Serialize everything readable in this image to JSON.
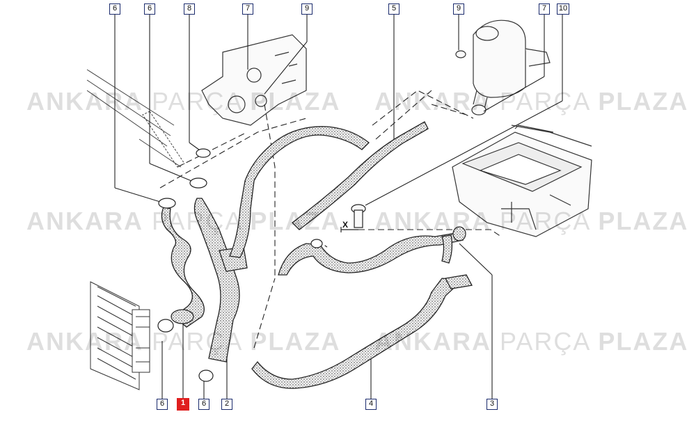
{
  "watermark": {
    "word1": "ANKARA",
    "word2": "PARÇA",
    "word3": "PLAZA"
  },
  "callouts_top": [
    "6",
    "6",
    "8",
    "7",
    "9",
    "5",
    "9",
    "7",
    "10"
  ],
  "callouts_bottom": [
    "6",
    "1",
    "6",
    "2",
    "4",
    "3"
  ],
  "highlighted_callout": "1",
  "dimension_label": "X",
  "colors": {
    "highlight": "#e01e1e",
    "hose_fill": "#f2f2f2",
    "line": "#222222",
    "box_border": "#1a2a6c"
  }
}
